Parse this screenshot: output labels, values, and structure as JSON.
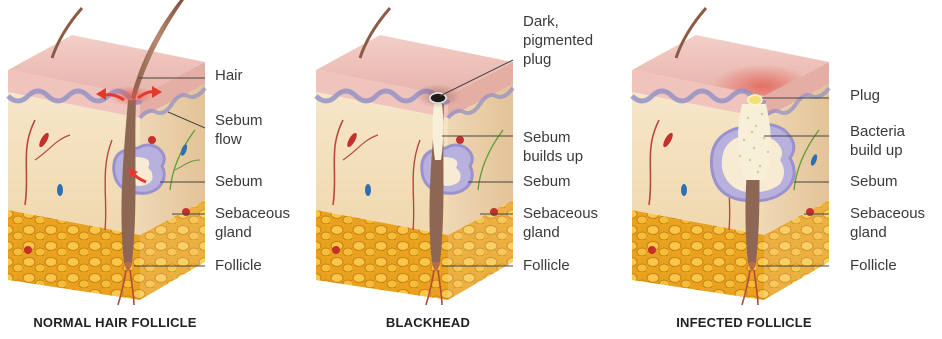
{
  "panels": [
    {
      "caption": "NORMAL HAIR FOLLICLE",
      "labels": {
        "hair": "Hair",
        "sebum_flow": "Sebum\nflow",
        "sebum": "Sebum",
        "gland": "Sebaceous\ngland",
        "follicle": "Follicle"
      }
    },
    {
      "caption": "BLACKHEAD",
      "labels": {
        "plug": "Dark,\npigmented\nplug",
        "builds": "Sebum\nbuilds up",
        "sebum": "Sebum",
        "gland": "Sebaceous\ngland",
        "follicle": "Follicle"
      }
    },
    {
      "caption": "INFECTED FOLLICLE",
      "labels": {
        "plug": "Plug",
        "bacteria": "Bacteria\nbuild up",
        "sebum": "Sebum",
        "gland": "Sebaceous\ngland",
        "follicle": "Follicle"
      }
    }
  ]
}
